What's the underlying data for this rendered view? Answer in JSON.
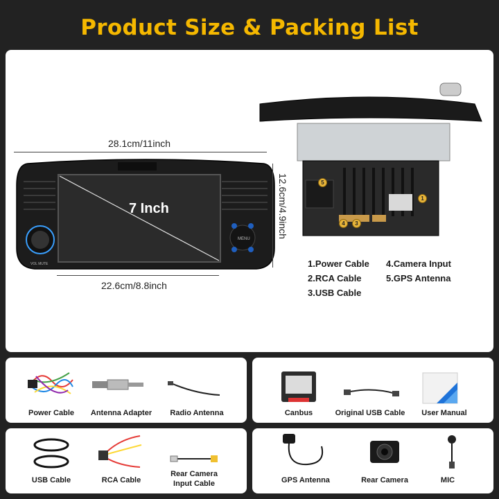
{
  "title": "Product Size & Packing List",
  "front_unit": {
    "screen_size": "7 Inch",
    "width_outer": "28.1cm/11inch",
    "width_inner": "22.6cm/8.8inch",
    "height": "12.6cm/4.9inch",
    "knob_label": "VOL MUTE",
    "button_menu": "MENU"
  },
  "packing_list": {
    "col1": [
      "1.Power Cable",
      "2.RCA Cable",
      "3.USB Cable"
    ],
    "col2": [
      "4.Camera Input",
      "5.GPS Antenna"
    ]
  },
  "connector_badges": [
    "1",
    "3",
    "4",
    "5"
  ],
  "accessories": {
    "row1_left": [
      "Power Cable",
      "Antenna Adapter",
      "Radio Antenna"
    ],
    "row1_right": [
      "Canbus",
      "Original USB Cable",
      "User Manual"
    ],
    "row2_left": [
      "USB Cable",
      "RCA Cable",
      "Rear Camera\nInput Cable"
    ],
    "row2_left_lines": [
      "Rear Camera",
      "Input Cable"
    ],
    "row2_right": [
      "GPS Antenna",
      "Rear Camera",
      "MIC"
    ]
  },
  "colors": {
    "title": "#f5b800",
    "background": "#222222",
    "panel": "#ffffff"
  }
}
